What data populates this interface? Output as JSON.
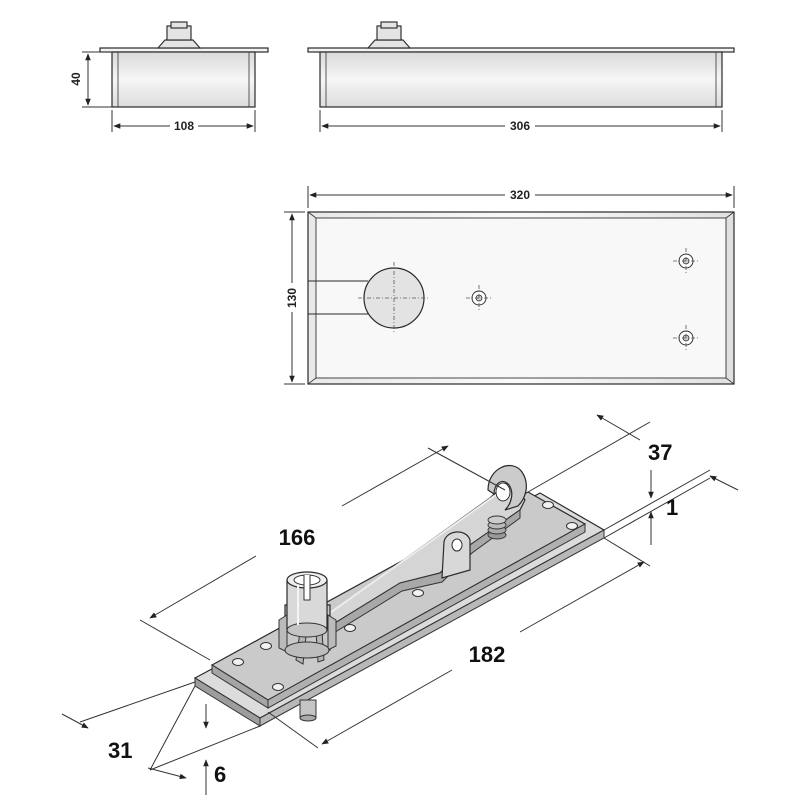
{
  "drawing": {
    "front_view": {
      "height_label": "40",
      "width_label": "108"
    },
    "side_view": {
      "length_label": "306"
    },
    "top_view": {
      "length_label": "320",
      "width_label": "130"
    },
    "pivot_view": {
      "arm_length_label": "166",
      "plate_length_label": "182",
      "plate_width_label": "37",
      "plate_thickness_label": "1",
      "pivot_offset_label": "31",
      "spindle_drop_label": "6"
    }
  }
}
